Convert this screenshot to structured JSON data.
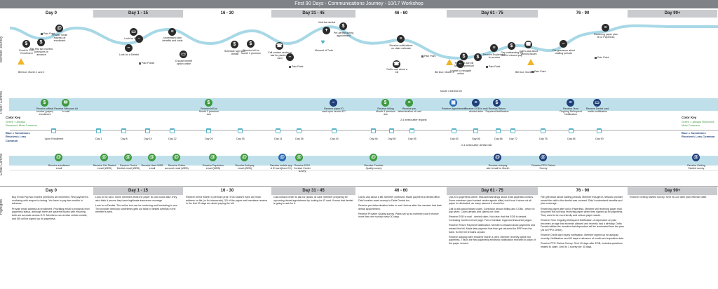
{
  "title": "First 90 Days - Communications Journey - 10/17 Workshop",
  "phases": [
    "Day 0",
    "Day 1 - 15",
    "16 - 30",
    "Day 31 - 45",
    "46 - 60",
    "Day 61 - 75",
    "76 - 90",
    "Day 90+"
  ],
  "side_labels": {
    "journey": "Member Journey",
    "paper": "Paper Comms",
    "email": "Email Comms",
    "highlights": "Highlights"
  },
  "journey": {
    "warn_labels": [
      "Bill Due: Month 1 and 2",
      "Bill Due: Month 3",
      "Bill Due: Month 4"
    ],
    "pain_points": [
      "Pain Point",
      "Pain Points",
      "Pain Point",
      "Pain Point",
      "Pain Point",
      "Pain Point",
      "Pain Point"
    ],
    "moment": "Moment of Truth",
    "annotations": [
      "Enroll in PPO Enrollment",
      "Pay first two months premiums in advance",
      "Provide email address at enrollment",
      "Look for ID card",
      "Look for a Dentist",
      "Understand plan benefits and costs",
      "Choose benefit option online",
      "Schedule appt with dentist",
      "Receive bill for Month 3 premium",
      "Call contact center to ask for plastic ID card",
      "Visit the dentist",
      "Pre-dentist during appointment",
      "Receive notifications on claim estimate",
      "Call to ask about a bill",
      "Pay past due bill Month 3 premium",
      "Unable to navigate online",
      "Receive Explanation for service",
      "Pay outstanding bill due to missed pay",
      "Call to ask about various issues",
      "File grievance about waiting periods",
      "Receiving paper plan ID or Paperless"
    ]
  },
  "paper": {
    "items": [
      "Receive official Invoice (paper) enrollment",
      "Receive Welcome kit in mail",
      "Receive bill for Month 3 premium due",
      "Receive paper ID card upon vendor EC",
      "Receive billing Month 4 premium due",
      "Receive pre-determination of cost",
      "Receive Appointment",
      "Receive EOB in mail denied claim",
      "Receive Return Payment Notification",
      "Receive Term Ongoing Delinquent Notification",
      "Receive Dental card mailer notification"
    ],
    "note_weeks": "2-4 weeks after request",
    "note_bill": "Month 3 bill first fee"
  },
  "timeline": {
    "left_legend": {
      "key": "Color Key",
      "green": "Green = Always Received; Most Common",
      "blue": "Blue = Sometimes Received; Less Common"
    },
    "right_legend": {
      "key": "Color Key",
      "green": "Green = Always Received; Most Common",
      "blue": "Blue = Sometimes Received; Less Common"
    },
    "cal_labels": [
      "Upon Enrollment",
      "Day 1",
      "Day 8",
      "Day 15",
      "Day 22",
      "Day 29",
      "Day 35",
      "Day 31",
      "Day 38",
      "Day 43",
      "Day 46",
      "Day 50",
      "Day 55",
      "Day 63",
      "Day 66",
      "Day 68",
      "Day 72",
      "Day 76",
      "Day 84",
      "Day 90"
    ],
    "note_weeks2": "2-4 weeks after dentist visit"
  },
  "email": {
    "items": [
      "Receive enrollment email",
      "Receive Get Started email (WEB)",
      "Receive Find a Dentist email (WEB)",
      "Receive Hard WEB email",
      "Receive Online account email (WEB)",
      "Receive Paperless email (WEB)",
      "Receive Autopay email (WEB)",
      "Receive mobile app & ID card(from EC)",
      "Receive DOO Contact Center survey",
      "Receive Provider Quality survey",
      "Receive autopay alert email for Month",
      "Receive PPO Claims Survey",
      "Receive Getting Started survey"
    ]
  },
  "highlights": {
    "headers": [
      "Day 0",
      "Day 1 - 15",
      "16 - 30",
      "Day 31 - 45",
      "46 - 60",
      "Day 61 - 75",
      "76 - 90",
      "Day 90+"
    ],
    "cols": [
      [
        "Buy Enroll-Pay two months premiums at enrollment. First payment is confusing with respect to timing. You have to pay two months in advance.",
        "Provide email address at enrollment. Providing email to expands from paperless status, although there are systems issues with ensuring both are accurate across O.D. Members can receive certain emails, and SM will be signed up for paperless."
      ],
      [
        "Look for ID card. Some members think the paper ID card looks fake, they also think it proves they have legitimate insurance coverage.",
        "Look for a Dentist. The online tool can be confusing and frustrating to use. The provider directory sometimes gets out false or limited dentists in the member's area."
      ],
      [
        "Receive bill for Month 3 premium prior. If DD doesn't have an email address on file (or it's inaccurate), 3/3 of the paper mail members receive in the first 20 days are about paying the bill."
      ],
      [
        "Call contact center to ask for plastic ID card. Member preparing for upcoming dental appointment by looking for ID card. Knows that dentist is going to ask for it."
      ],
      [
        "Call to ask about a bill. Member confused. Made payment at dental office. Didn't realize owed money to Delta Dental too.",
        "Receive pre-determination letter in mail. Arrives after the member had their dental appointment.",
        "Receive Provider Quality survey. Plans set up so members don't receive more than one survey every 30 days."
      ],
      [
        "Opt-in to paperless online. Misunderstandings about what paperless means. Some members (and contact center agents alike) don't trust it since not all paper is eliminated, as many assume it should be.",
        "Call to ask about tossed claim. Confusion around billing and COBs - return to pay when. Claim denials and claims not clear.",
        "Receive EOB in mail - denied claim. Not clear that this EOB is denied. Confusing month-to-level page. Full of medical, legal and insurance jargon.",
        "Receive Return Payment Notification. Member confused about payments and missed the bill. Made late payment that then got returned for RRF from the bank. So the bill remains unpaid.",
        "Receive autopay alert email for Month 4 print. Member recently opted into paperless. This is the first paperless electronic notification received in place of the paper version."
      ],
      [
        "File grievance about waiting periods. Member thought in-network provider meant the visit to the dentist was covered. Didn't understand benefits and plan coverage.",
        "Receiving paper after opt-in Paperless. Member still receiving paper mail. Assumes this will stop receiving paper when they signed up for paperless. They want to be eco-friendly and reduce paper waste.",
        "Receive Term Ongoing Delinquent Notification. A dependent on plan becomes an age that exceeds allowed and recently had a birthday. Delta Dental notifies the member that dependent will be terminated from the plan (26 for PPO Direct).",
        "Receive Credit card expiry notification. Member signed up for autopay recently. Notification sent 60 days in advance of credit card expiration date.",
        "Receive PPO Claims Survey. Sent 10 days after EOB, includes questions related to claim. Limit to 1 survey per 30 days."
      ],
      [
        "Receive Getting Started survey. Sent 90-120 after plan effective date."
      ]
    ]
  }
}
